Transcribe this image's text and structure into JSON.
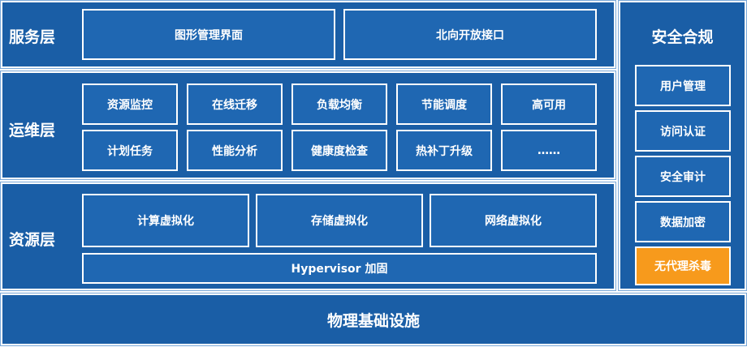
{
  "service_layer": {
    "label": "服务层",
    "items": [
      "图形管理界面",
      "北向开放接口"
    ]
  },
  "ops_layer": {
    "label": "运维层",
    "row1": [
      "资源监控",
      "在线迁移",
      "负载均衡",
      "节能调度",
      "高可用"
    ],
    "row2": [
      "计划任务",
      "性能分析",
      "健康度检查",
      "热补丁升级",
      "……"
    ]
  },
  "resource_layer": {
    "label": "资源层",
    "items": [
      "计算虚拟化",
      "存储虚拟化",
      "网络虚拟化"
    ],
    "hypervisor": "Hypervisor 加固"
  },
  "security": {
    "title": "安全合规",
    "items": [
      "用户管理",
      "访问认证",
      "安全审计",
      "数据加密",
      "无代理杀毒"
    ]
  },
  "infrastructure": {
    "label": "物理基础设施"
  },
  "colors": {
    "layer_blue": "#1a5ea6",
    "box_blue": "#1f67b2",
    "highlight_orange": "#f79a1c"
  }
}
